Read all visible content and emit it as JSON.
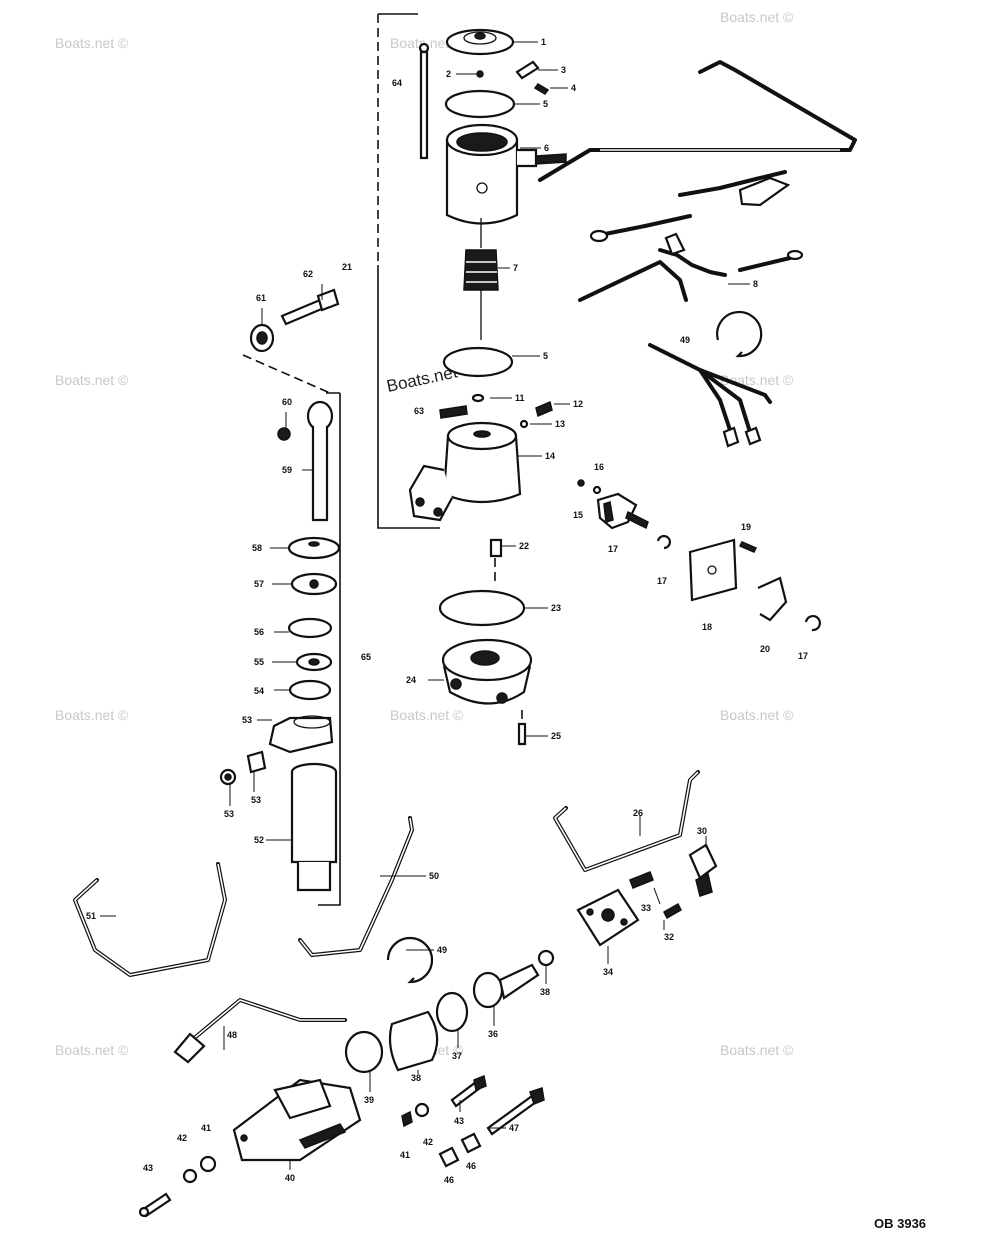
{
  "figure_code": "OB 3936",
  "watermark": "Boats.net ©",
  "watermark_large": "Boats.net",
  "callouts": {
    "c1": "1",
    "c2": "2",
    "c3": "3",
    "c4": "4",
    "c5a": "5",
    "c5b": "5",
    "c6": "6",
    "c7": "7",
    "c8": "8",
    "c11": "11",
    "c12": "12",
    "c13": "13",
    "c14": "14",
    "c15": "15",
    "c16": "16",
    "c17a": "17",
    "c17b": "17",
    "c17c": "17",
    "c18": "18",
    "c19": "19",
    "c20": "20",
    "c21": "21",
    "c22": "22",
    "c23": "23",
    "c24": "24",
    "c25": "25",
    "c26": "26",
    "c30": "30",
    "c32": "32",
    "c33": "33",
    "c34": "34",
    "c36": "36",
    "c37": "37",
    "c38a": "38",
    "c38b": "38",
    "c39": "39",
    "c40": "40",
    "c41a": "41",
    "c41b": "41",
    "c42a": "42",
    "c42b": "42",
    "c43a": "43",
    "c43b": "43",
    "c46a": "46",
    "c46b": "46",
    "c47": "47",
    "c48": "48",
    "c49a": "49",
    "c49b": "49",
    "c50": "50",
    "c51": "51",
    "c52": "52",
    "c53a": "53",
    "c53b": "53",
    "c53c": "53",
    "c54": "54",
    "c55": "55",
    "c56": "56",
    "c57": "57",
    "c58": "58",
    "c59": "59",
    "c60": "60",
    "c61": "61",
    "c62": "62",
    "c63": "63",
    "c64": "64",
    "c65": "65"
  }
}
